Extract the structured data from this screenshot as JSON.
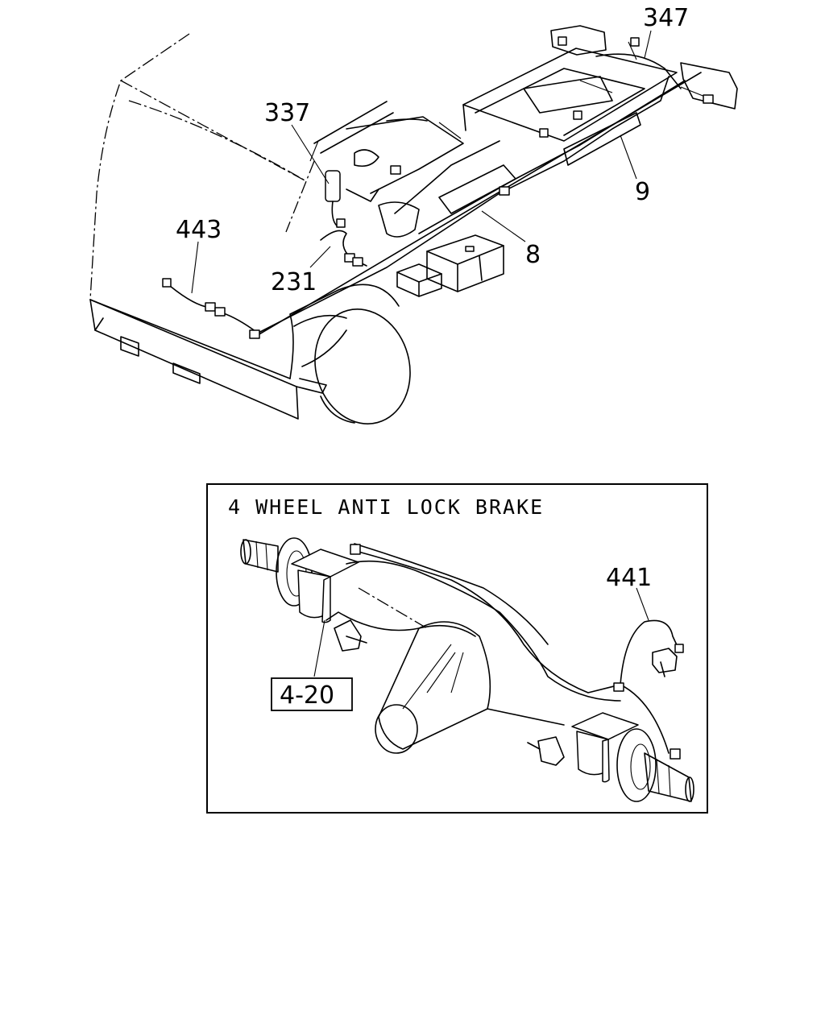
{
  "upper_view": {
    "callouts": [
      "347",
      "337",
      "443",
      "231",
      "9",
      "8"
    ]
  },
  "inset": {
    "title": "4 WHEEL ANTI LOCK BRAKE",
    "callouts": [
      "441"
    ],
    "reference_box": "4-20"
  }
}
